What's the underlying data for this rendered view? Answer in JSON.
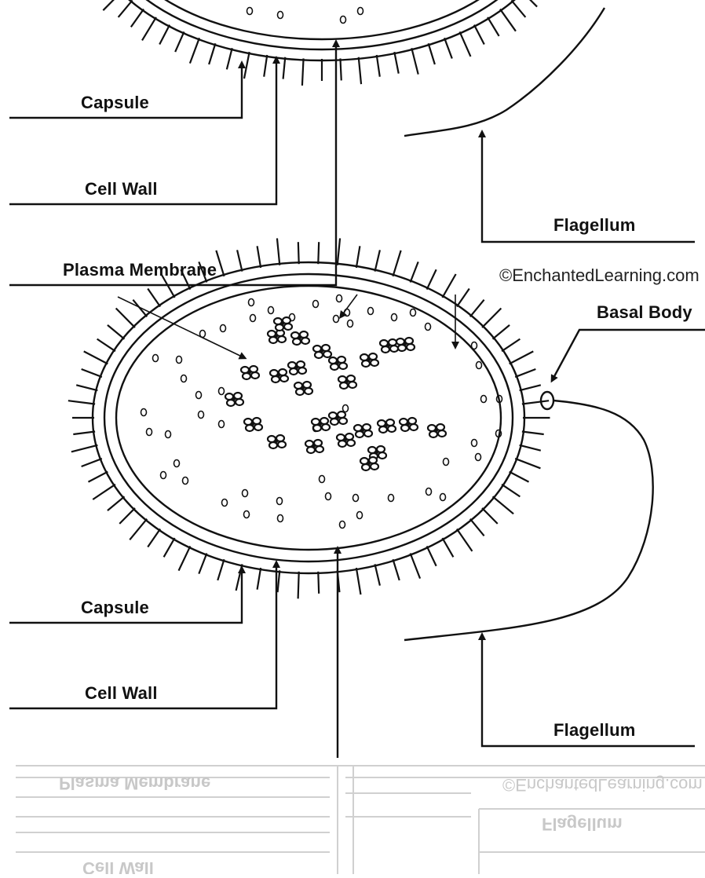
{
  "colors": {
    "line": "#111111",
    "background": "#ffffff",
    "reflection": "#d0d0d0"
  },
  "top_panel": {
    "capsule": "Capsule",
    "cell_wall": "Cell Wall",
    "flagellum": "Flagellum",
    "plasma_membrane": "Plasma Membrane",
    "copyright": "©EnchantedLearning.com"
  },
  "bottom_panel": {
    "basal_body": "Basal Body",
    "capsule": "Capsule",
    "cell_wall": "Cell Wall",
    "flagellum": "Flagellum"
  },
  "reflection": {
    "plasma_membrane": "Plasma Membrane",
    "flagellum": "Flagellum",
    "cell_wall": "Cell Wall",
    "copyright": "©EnchantedLearning.com"
  }
}
